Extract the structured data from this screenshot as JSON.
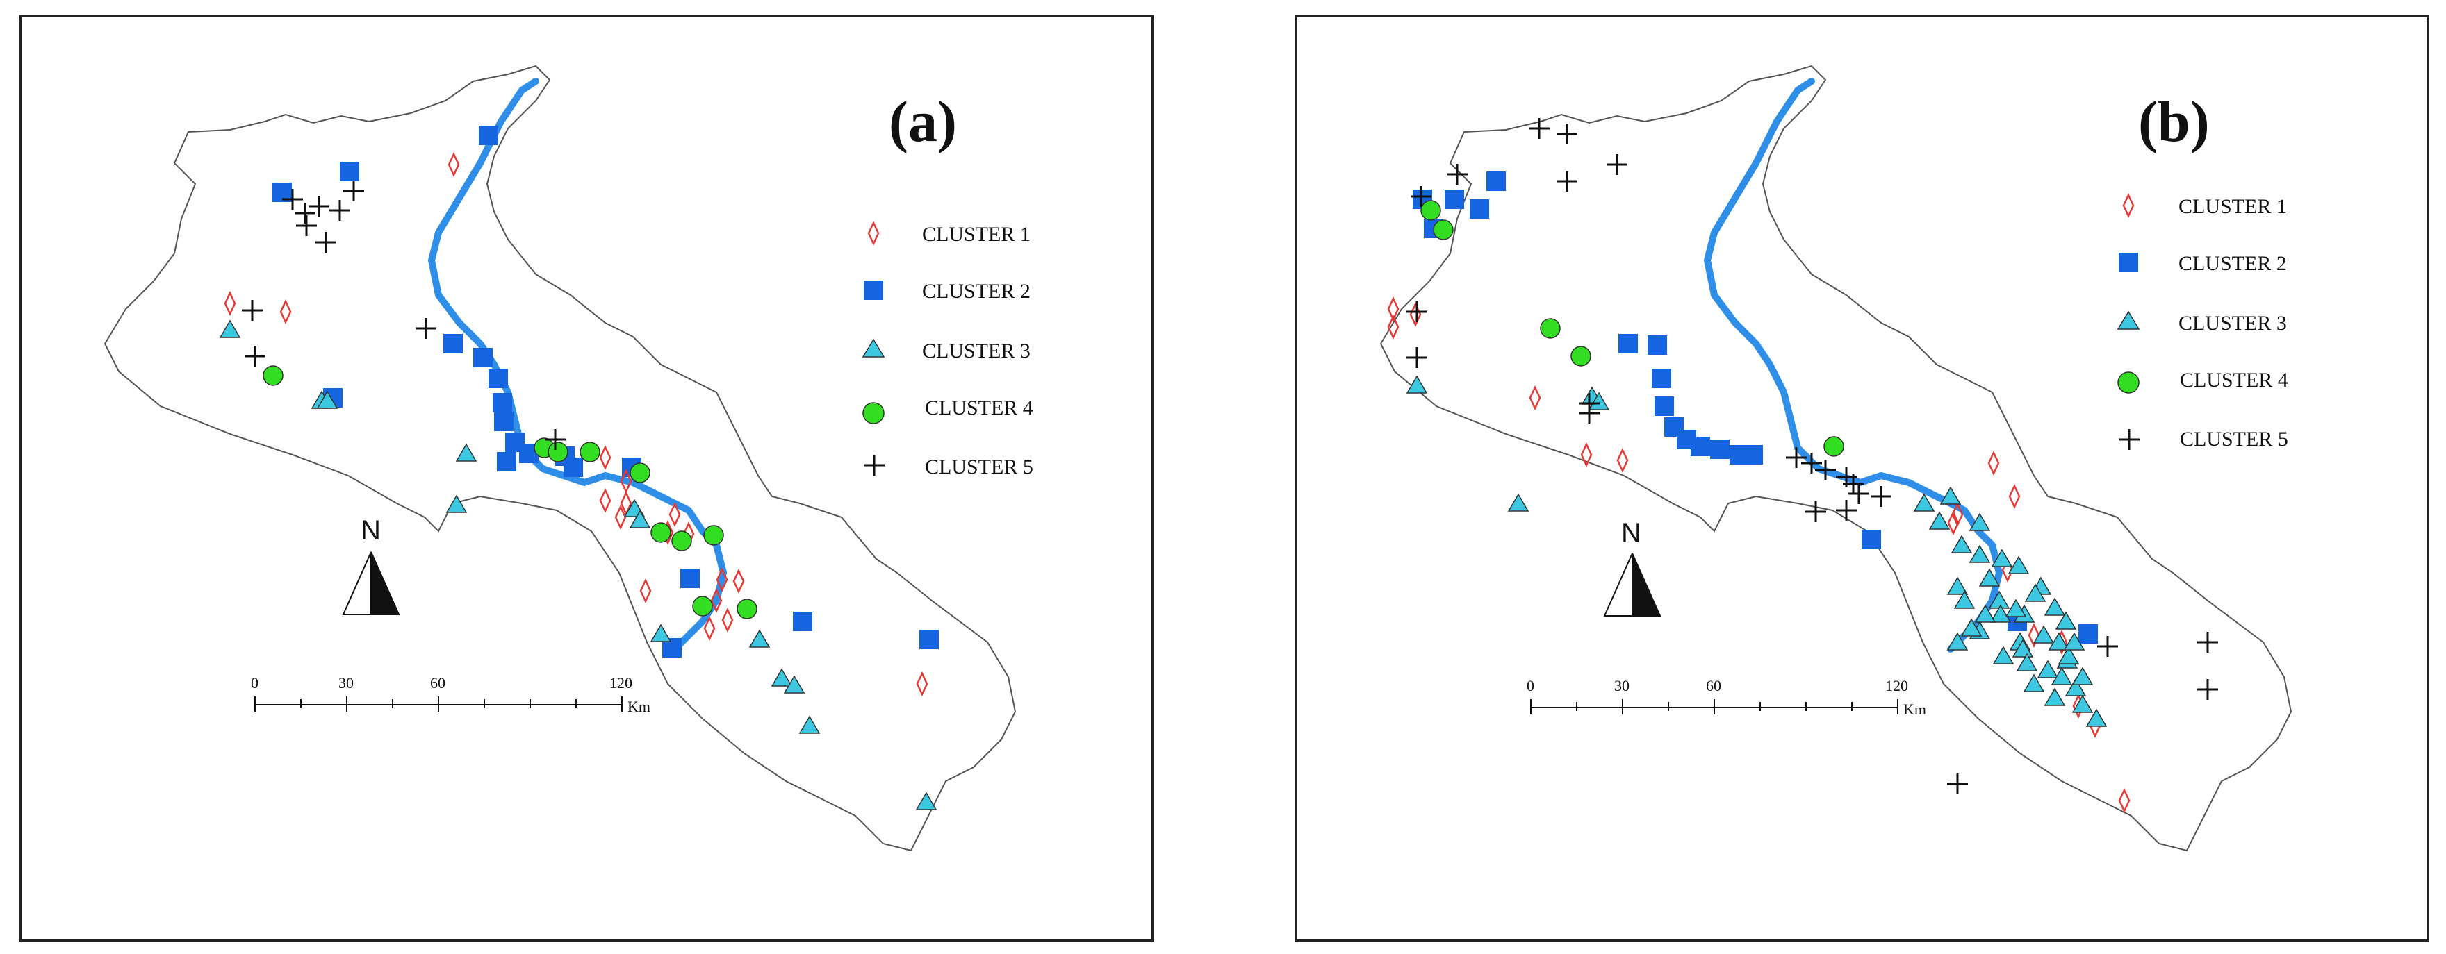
{
  "panels": [
    {
      "id": "a",
      "label": "(a)",
      "legend": [
        {
          "name": "CLUSTER 1",
          "marker": "diamond-icon"
        },
        {
          "name": "CLUSTER 2",
          "marker": "square-icon"
        },
        {
          "name": "CLUSTER 3",
          "marker": "triangle-icon"
        },
        {
          "name": "CLUSTER 4",
          "marker": "circle-icon"
        },
        {
          "name": "CLUSTER 5",
          "marker": "cross-icon"
        }
      ],
      "scalebar": {
        "ticks": [
          "0",
          "30",
          "60",
          "120"
        ],
        "unit": "Km"
      },
      "north": "N"
    },
    {
      "id": "b",
      "label": "(b)",
      "legend": [
        {
          "name": "CLUSTER 1",
          "marker": "diamond-icon"
        },
        {
          "name": "CLUSTER 2",
          "marker": "square-icon"
        },
        {
          "name": "CLUSTER 3",
          "marker": "triangle-icon"
        },
        {
          "name": "CLUSTER 4",
          "marker": "circle-icon"
        },
        {
          "name": "CLUSTER 5",
          "marker": "cross-icon"
        }
      ],
      "scalebar": {
        "ticks": [
          "0",
          "30",
          "60",
          "120"
        ],
        "unit": "Km"
      },
      "north": "N"
    }
  ],
  "colors": {
    "cluster1": "#e53935",
    "cluster2": "#1565e0",
    "cluster3": "#3cc8e0",
    "cluster4": "#33dd22",
    "cluster5": "#111111",
    "river": "#2f8fe8",
    "boundary": "#555555"
  }
}
